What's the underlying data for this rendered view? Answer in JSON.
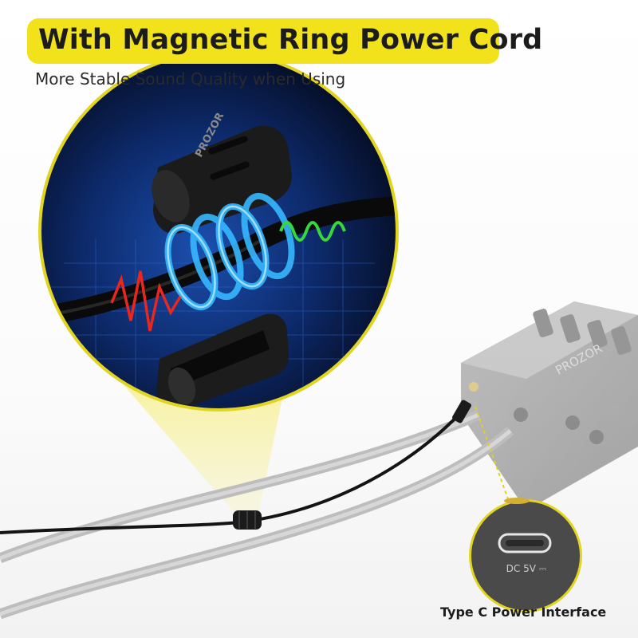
{
  "headline": "With Magnetic Ring Power Cord",
  "subheadline": "More Stable Sound Quality when Using",
  "brand": "PROZOR",
  "port_label": "DC 5V ⎓",
  "caption": "Type C Power Interface",
  "colors": {
    "banner": "#f2e21b",
    "callout_fill": "#f6ef86",
    "circle_bg": "#0b1e4a",
    "signal_green": "#39d83a",
    "signal_red": "#e8281e",
    "coil_blue": "#36b8ff"
  }
}
